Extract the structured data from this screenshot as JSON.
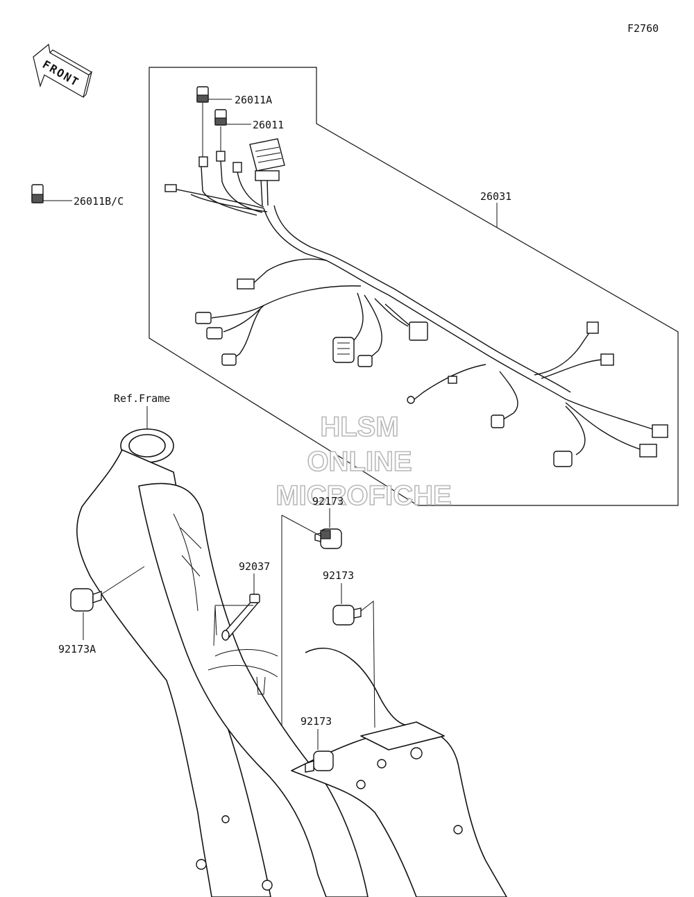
{
  "figure_code": "F2760",
  "front_label": "FRONT",
  "ref_frame_label": "Ref.Frame",
  "watermark": {
    "line1": "HLSM",
    "line2": "ONLINE",
    "line3": "MICROFICHE"
  },
  "parts": {
    "p26011A": "26011A",
    "p26011": "26011",
    "p26011BC": "26011B/C",
    "p26031": "26031",
    "p92173_top": "92173",
    "p92037": "92037",
    "p92173_mid": "92173",
    "p92173A": "92173A",
    "p92173_low": "92173"
  }
}
